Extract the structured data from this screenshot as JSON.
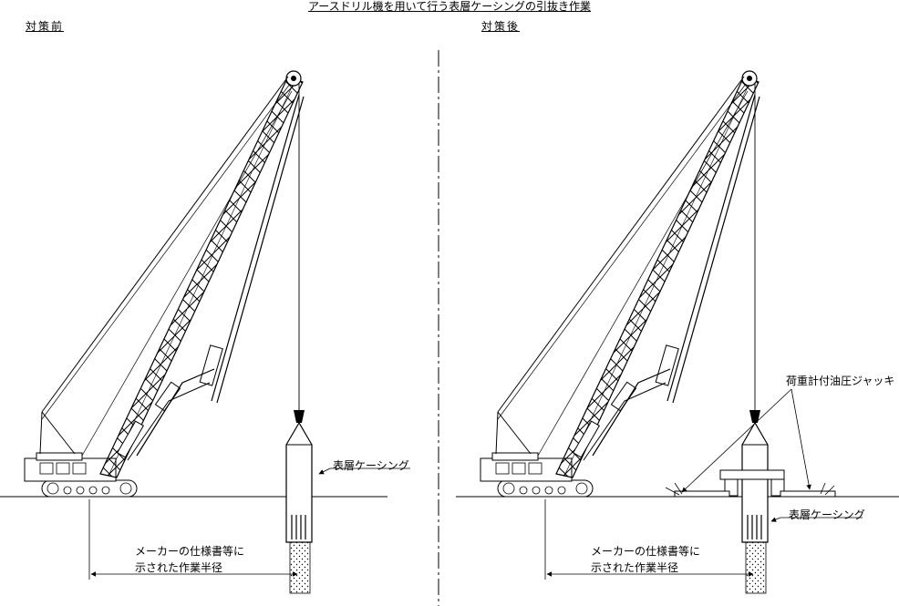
{
  "title": "アースドリル機を用いて行う表層ケーシングの引抜き作業",
  "left_panel": {
    "heading": "対策前",
    "casing_label": "表層ケーシング",
    "radius_label_line1": "メーカーの仕様書等に",
    "radius_label_line2": "示された作業半径"
  },
  "right_panel": {
    "heading": "対策後",
    "jack_label": "荷重計付油圧ジャッキ",
    "casing_label": "表層ケーシング",
    "radius_label_line1": "メーカーの仕様書等に",
    "radius_label_line2": "示された作業半径"
  },
  "colors": {
    "line": "#000000",
    "background": "#ffffff"
  }
}
